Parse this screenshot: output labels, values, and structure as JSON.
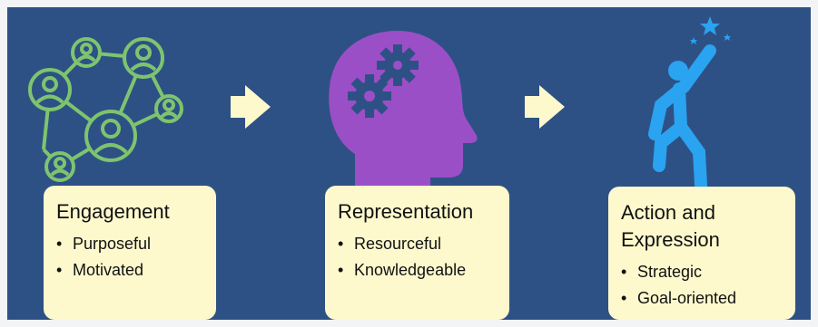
{
  "stages": [
    {
      "title": "Engagement",
      "bullets": [
        "Purposeful",
        "Motivated"
      ],
      "icon": "network-people-icon"
    },
    {
      "title": "Representation",
      "bullets": [
        "Resourceful",
        "Knowledgeable"
      ],
      "icon": "head-gears-icon"
    },
    {
      "title": "Action and Expression",
      "bullets": [
        "Strategic",
        "Goal-oriented"
      ],
      "icon": "person-reaching-stars-icon"
    }
  ],
  "connector_icon": "right-arrow-icon",
  "colors": {
    "background": "#2e5185",
    "card": "#fdf9cd",
    "network_green": "#7ec46f",
    "head_purple": "#9b4fc7",
    "person_blue": "#2aa3f0",
    "arrow_fill": "#fdf9cd"
  }
}
